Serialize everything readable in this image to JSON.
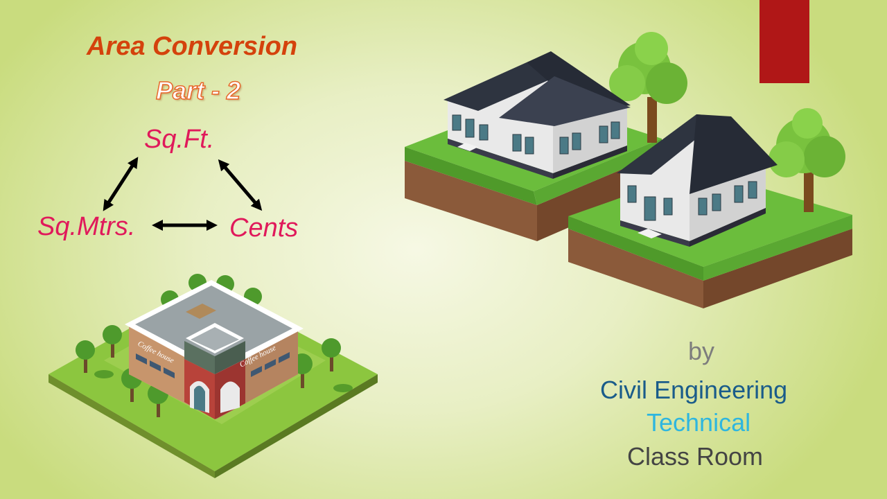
{
  "slide": {
    "title": "Area Conversion",
    "subtitle": "Part - 2"
  },
  "units": {
    "top": "Sq.Ft.",
    "left": "Sq.Mtrs.",
    "right": "Cents"
  },
  "illustrations": {
    "houses": {
      "sign_text": "Coffee house"
    }
  },
  "credit": {
    "by": "by",
    "line1": "Civil Engineering",
    "line2": "Technical",
    "line3": "Class Room"
  },
  "colors": {
    "title": "#d4420c",
    "subtitle_outline": "#e8672a",
    "unit_text": "#e0195b",
    "accent_bar": "#b01717",
    "credit_line1": "#1a5c8a",
    "credit_line2": "#2eb6df",
    "credit_line3": "#444444"
  }
}
